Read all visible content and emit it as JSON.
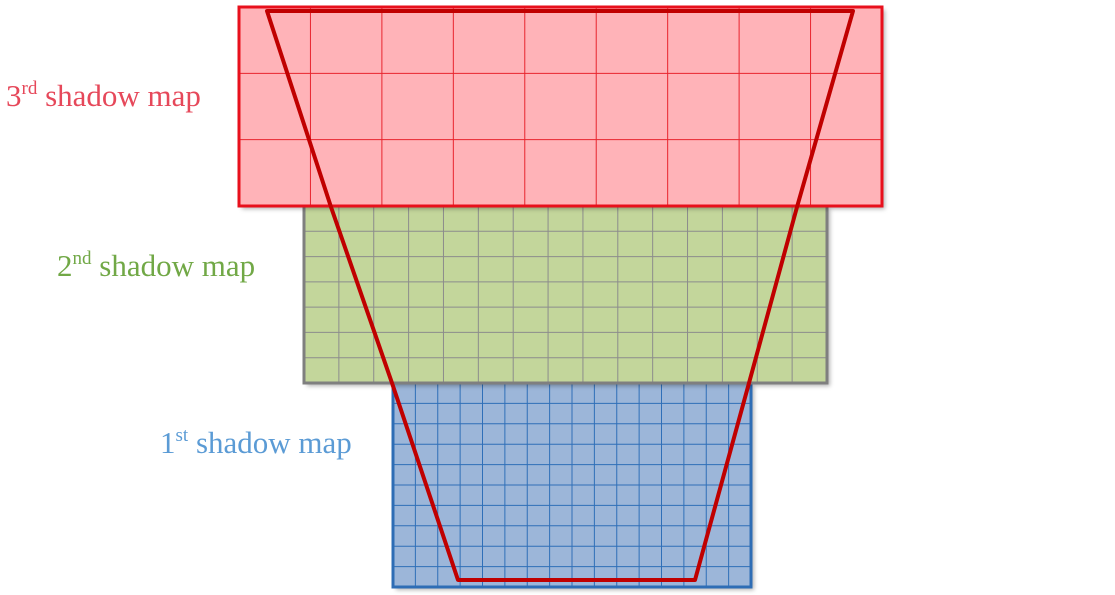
{
  "maps": [
    {
      "id": "3",
      "number": "3",
      "suffix": "rd",
      "name": "shadow map",
      "fill": "#ffb3b8",
      "grid": "#e8252e",
      "border": "#e8101c",
      "label_color": "#e6485a",
      "cols": 9,
      "rows": 3
    },
    {
      "id": "2",
      "number": "2",
      "suffix": "nd",
      "name": "shadow map",
      "fill": "#c3d69b",
      "grid": "#8c8c8c",
      "border": "#7f7f7f",
      "label_color": "#71a846",
      "cols": 15,
      "rows": 7
    },
    {
      "id": "1",
      "number": "1",
      "suffix": "st",
      "name": "shadow map",
      "fill": "#9cb6d9",
      "grid": "#2f6fb8",
      "border": "#2e6db5",
      "label_color": "#5b9bd5",
      "cols": 16,
      "rows": 10
    }
  ],
  "frustum_color": "#c00000"
}
